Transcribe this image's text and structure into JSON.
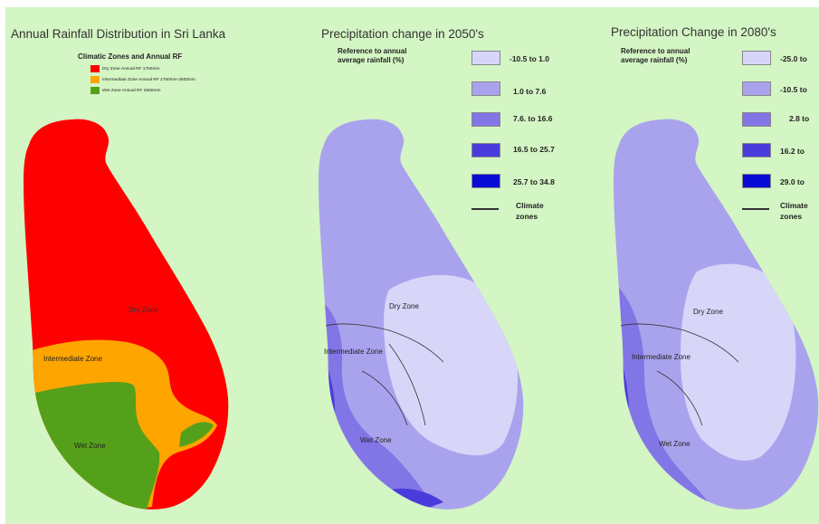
{
  "panel1": {
    "title": "Annual Rainfall Distribution in Sri Lanka",
    "legend_title": "Climatic Zones and Annual RF",
    "legend": [
      {
        "label": "Dry Zone Annual RF 1750mm",
        "color": "#ff0000"
      },
      {
        "label": "Intermediate Zone Annual RF 1750mm-2500mm",
        "color": "#ffa500"
      },
      {
        "label": "Wet Zone Annual RF 2500mm",
        "color": "#55a01a"
      }
    ],
    "zone_labels": {
      "dry": "Dry Zone",
      "intermediate": "Intermediate Zone",
      "wet": "Wet Zone"
    }
  },
  "panel2": {
    "title": "Precipitation change in 2050's",
    "ref_line1": "Reference to annual",
    "ref_line2": "average rainfall (%)",
    "legend": [
      {
        "label": "-10.5 to 1.0",
        "color": "#d8d6f8"
      },
      {
        "label": "1.0  to 7.6",
        "color": "#a9a3ee"
      },
      {
        "label": "7.6. to 16.6",
        "color": "#8276e6"
      },
      {
        "label": "16.5 to 25.7",
        "color": "#4a3cdc"
      },
      {
        "label": "25.7 to 34.8",
        "color": "#0a0ad6"
      }
    ],
    "climate_line1": "Climate",
    "climate_line2": "zones",
    "zone_labels": {
      "dry": "Dry Zone",
      "intermediate": "Intermediate Zone",
      "wet": "Wet Zone"
    }
  },
  "panel3": {
    "title": "Precipitation Change in 2080's",
    "ref_line1": "Reference to annual",
    "ref_line2": "average rainfall (%)",
    "legend": [
      {
        "label": "-25.0 to",
        "color": "#d8d6f8"
      },
      {
        "label": "-10.5 to",
        "color": "#a9a3ee"
      },
      {
        "label": "2.8 to",
        "color": "#8276e6"
      },
      {
        "label": "16.2 to",
        "color": "#4a3cdc"
      },
      {
        "label": "29.0 to",
        "color": "#0a0ad6"
      }
    ],
    "climate_line1": "Climate",
    "climate_line2": "zones",
    "zone_labels": {
      "dry": "Dry Zone",
      "intermediate": "Intermediate Zone",
      "wet": "Wet Zone"
    }
  }
}
